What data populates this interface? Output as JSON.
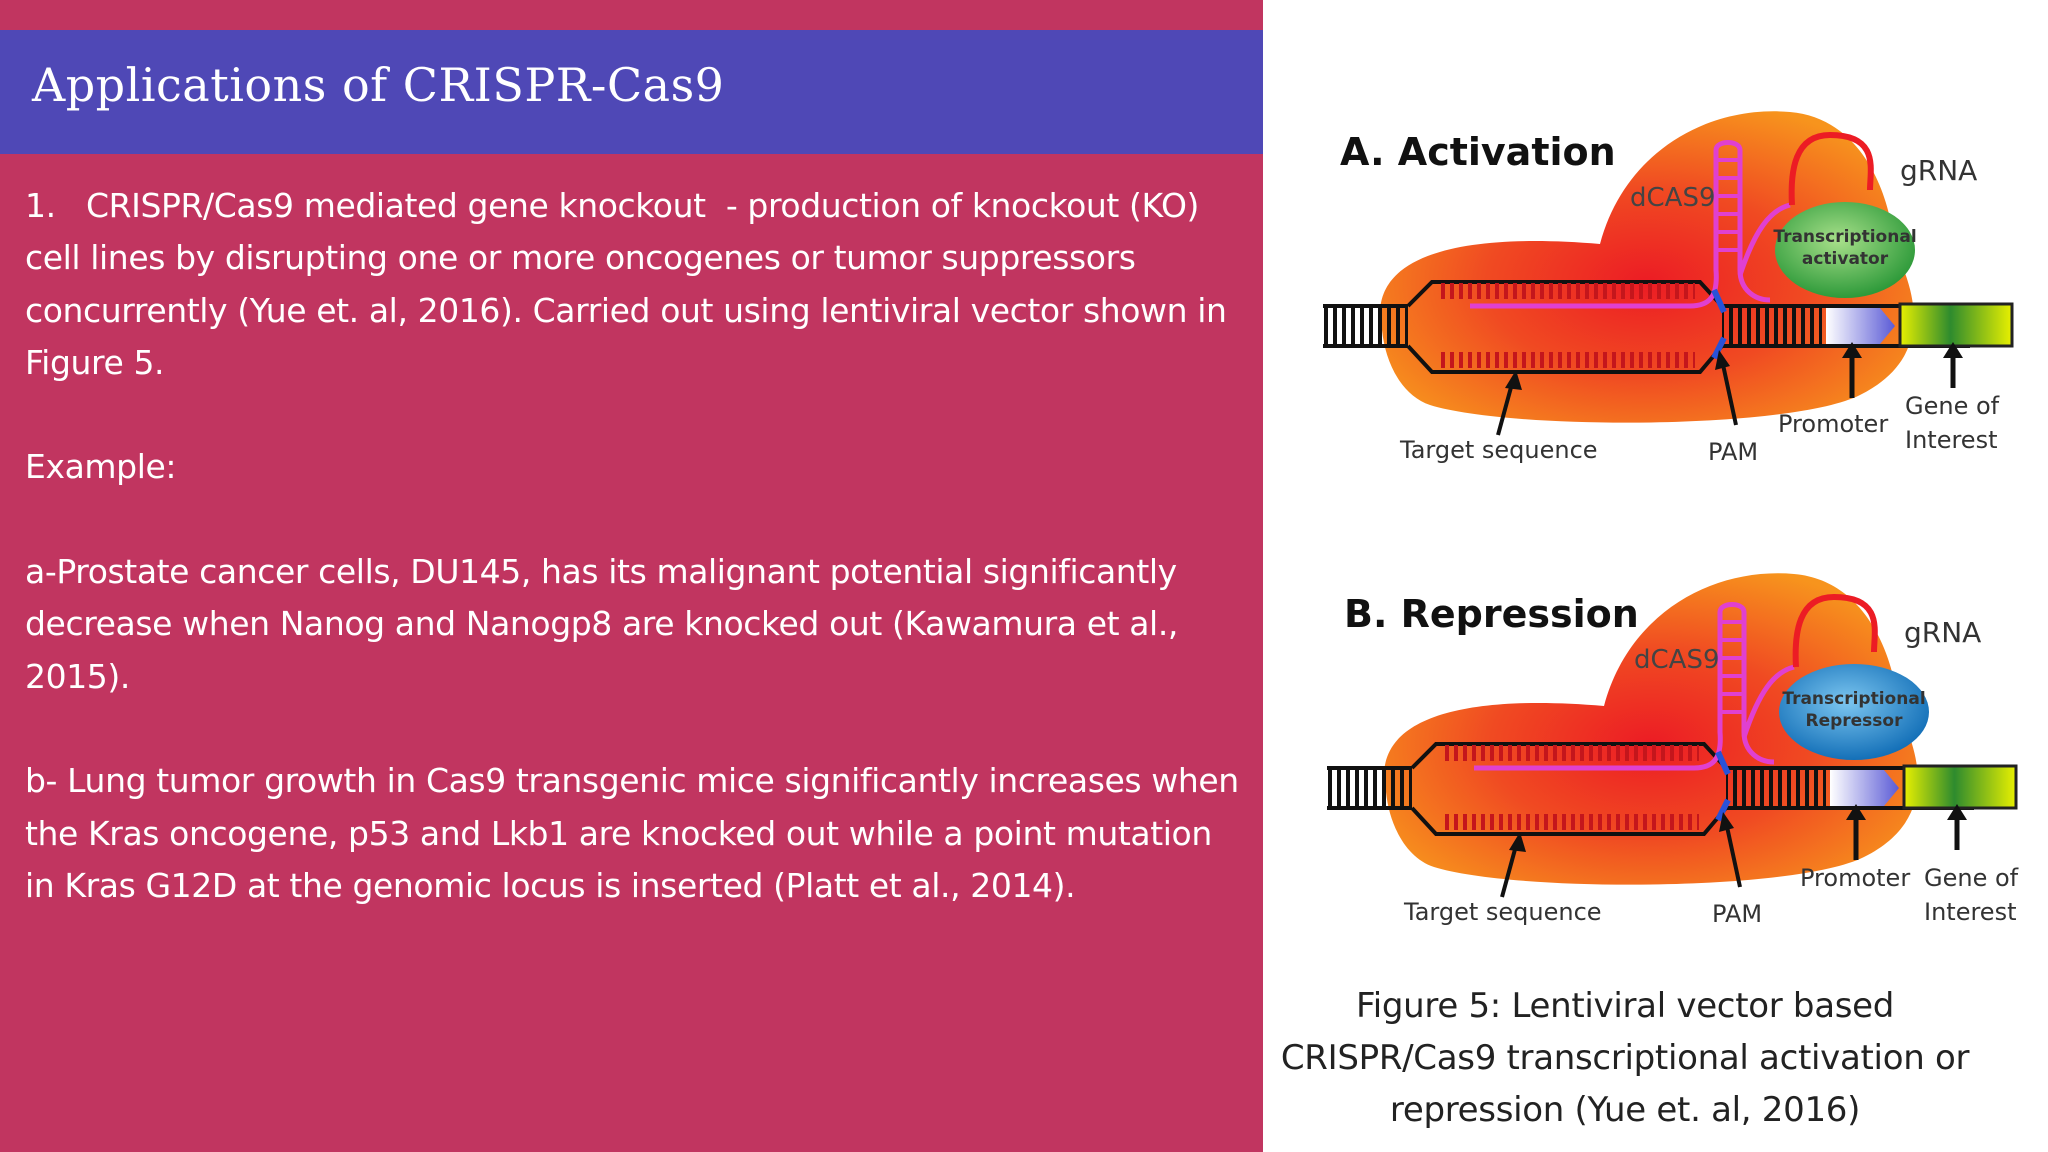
{
  "slide": {
    "title": "Applications of CRISPR-Cas9",
    "paragraphs": [
      "1.   CRISPR/Cas9 mediated gene knockout  - production of knockout (KO) cell lines by disrupting one or more oncogenes or tumor suppressors concurrently (Yue et. al, 2016). Carried out using lentiviral vector shown in Figure 5.",
      "Example:",
      "a-Prostate cancer cells, DU145, has its malignant potential significantly decrease when Nanog and Nanogp8 are knocked out (Kawamura et al., 2015).",
      "b- Lung tumor growth in Cas9 transgenic mice significantly increases when the Kras oncogene, p53 and Lkb1 are knocked out while a point mutation in Kras G12D at the genomic locus is inserted (Platt et al., 2014)."
    ]
  },
  "figure": {
    "panel_a": {
      "heading": "A. Activation",
      "dcas9": "dCAS9",
      "grna": "gRNA",
      "effector_line1": "Transcriptional",
      "effector_line2": "activator",
      "target": "Target sequence",
      "pam": "PAM",
      "promoter": "Promoter",
      "gene_line1": "Gene of",
      "gene_line2": "Interest"
    },
    "panel_b": {
      "heading": "B. Repression",
      "dcas9": "dCAS9",
      "grna": "gRNA",
      "effector_line1": "Transcriptional",
      "effector_line2": "Repressor",
      "target": "Target sequence",
      "pam": "PAM",
      "promoter": "Promoter",
      "gene_line1": "Gene of",
      "gene_line2": "Interest"
    },
    "caption": "Figure 5: Lentiviral vector based CRISPR/Cas9 transcriptional activation or repression (Yue et. al, 2016)",
    "colors": {
      "slide_background": "#c13560",
      "title_bar": "#4f48b6",
      "activator": "#3aa843",
      "repressor": "#1f86cf",
      "dcas9_red": "#ec1c24",
      "dcas9_orange": "#f7941d",
      "grna": "#e040d0"
    }
  }
}
